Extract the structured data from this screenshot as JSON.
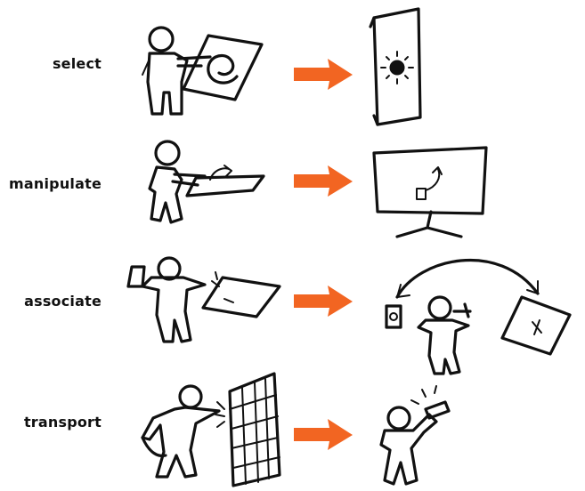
{
  "accent_color": "#f26522",
  "rows": [
    {
      "label": "select"
    },
    {
      "label": "manipulate"
    },
    {
      "label": "associate"
    },
    {
      "label": "transport"
    }
  ],
  "icons": {
    "select_left": "person-pointing-at-screen-icon",
    "select_right": "vertical-display-with-highlight-icon",
    "manipulate_left": "person-moving-object-icon",
    "manipulate_right": "monitor-with-moved-object-icon",
    "associate_left": "person-linking-two-objects-icon",
    "associate_right": "person-with-linked-objects-icon",
    "transport_left": "person-grabbing-from-display-icon",
    "transport_right": "person-holding-device-icon",
    "arrow": "orange-arrow-icon"
  }
}
